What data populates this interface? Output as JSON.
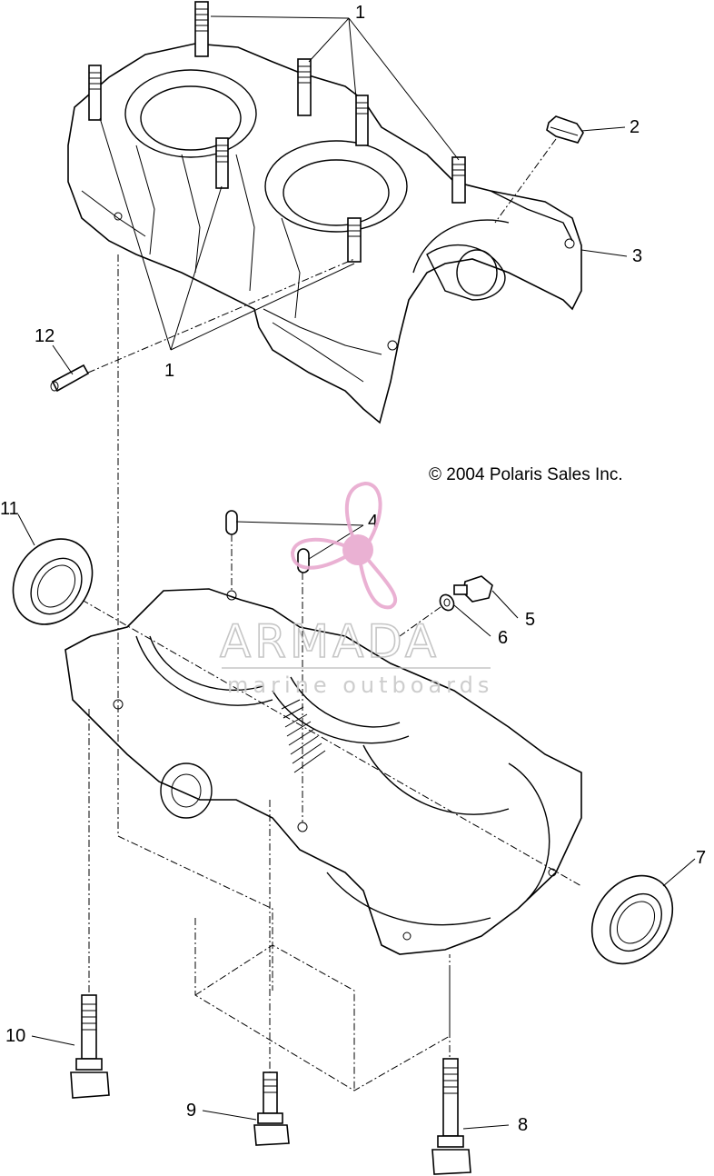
{
  "callouts": [
    "1",
    "2",
    "3",
    "4",
    "5",
    "6",
    "7",
    "8",
    "9",
    "10",
    "11",
    "12",
    "1"
  ],
  "copyright": "© 2004 Polaris Sales Inc.",
  "watermark": {
    "title": "ARMADA",
    "subtitle": "marine outboards",
    "color": "#e8a9cf"
  },
  "colors": {
    "line": "#000000",
    "background": "#ffffff",
    "watermark_gray": "#c0c0c0"
  }
}
